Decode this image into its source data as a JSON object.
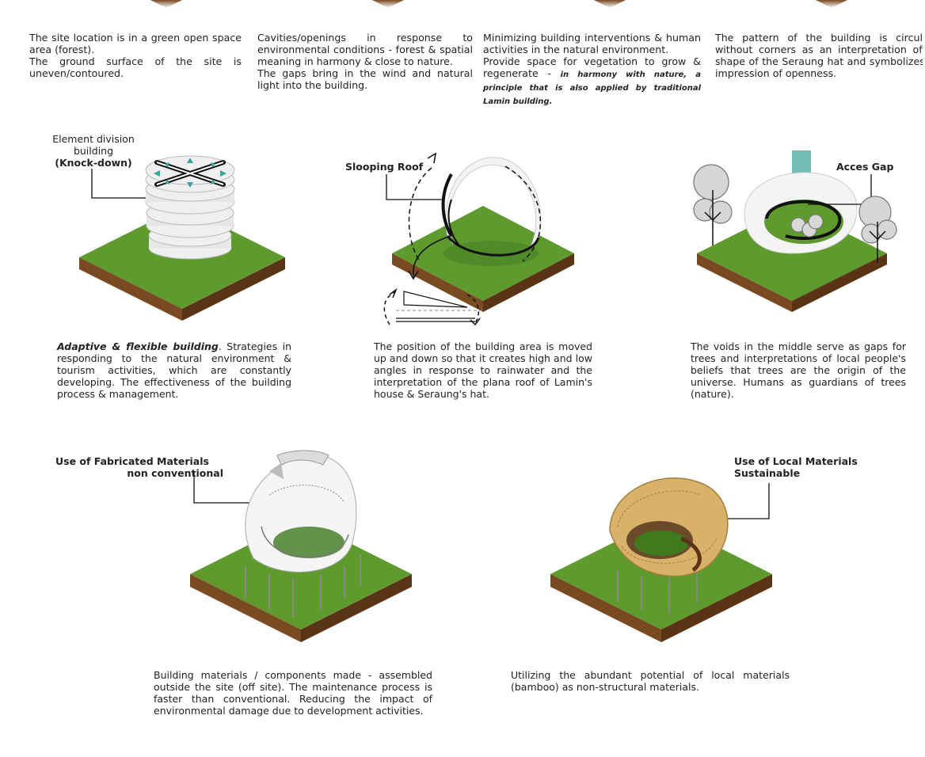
{
  "intro": [
    {
      "lines": [
        "The site location is in a green open space area (forest).",
        "The ground surface of the site is uneven/contoured."
      ]
    },
    {
      "lines": [
        "Cavities/openings in response to environmental conditions - forest & spatial meaning in harmony & close to nature.",
        "The gaps bring in the wind and natural light into the building."
      ]
    },
    {
      "lines": [
        "Minimizing building interventions & human activities in the natural environment.",
        "Provide space for vegetation to grow & regenerate - "
      ],
      "emphasis": "in harmony with nature, a principle that is also applied by traditional Lamin building."
    },
    {
      "lines": [
        "The pattern of the building is circular / without corners as an interpretation of the shape of the Seraung hat and symbolizes the impression of openness."
      ]
    }
  ],
  "panels": {
    "knockdown": {
      "label_pre": "Element division building",
      "label_bold": "(Knock-down)",
      "caption_bold": "Adaptive & flexible building",
      "caption_rest": ". Strategies in responding to the natural environment & tourism activities, which are constantly developing. The effectiveness of the building process & management."
    },
    "roof": {
      "label": "Slooping Roof",
      "caption": "The position of the building area is moved up and down so that it creates high and low angles in response to rainwater and the interpretation of the plana roof of Lamin's house & Seraung's hat."
    },
    "gap": {
      "label": "Acces Gap",
      "caption": "The voids in the middle serve as gaps for trees and interpretations of local people's beliefs that trees are the origin of the universe. Humans as guardians of trees (nature)."
    },
    "fabricated": {
      "label_line1": "Use of Fabricated Materials",
      "label_line2": "non conventional",
      "caption": "Building materials / components made - assembled outside the site (off site). The maintenance process is faster than conventional. Reducing the impact of environmental damage due to development activities."
    },
    "local": {
      "label_line1": "Use of Local Materials",
      "label_line2": "Sustainable",
      "caption": "Utilizing the abundant potential of local materials (bamboo) as non-structural materials."
    }
  },
  "colors": {
    "grass": "#5f9a2e",
    "grass_light": "#78b53c",
    "soil": "#7a4a22",
    "soil_dark": "#5a3414",
    "bamboo": "#d9b26a",
    "accent_teal": "#3aa39a"
  }
}
